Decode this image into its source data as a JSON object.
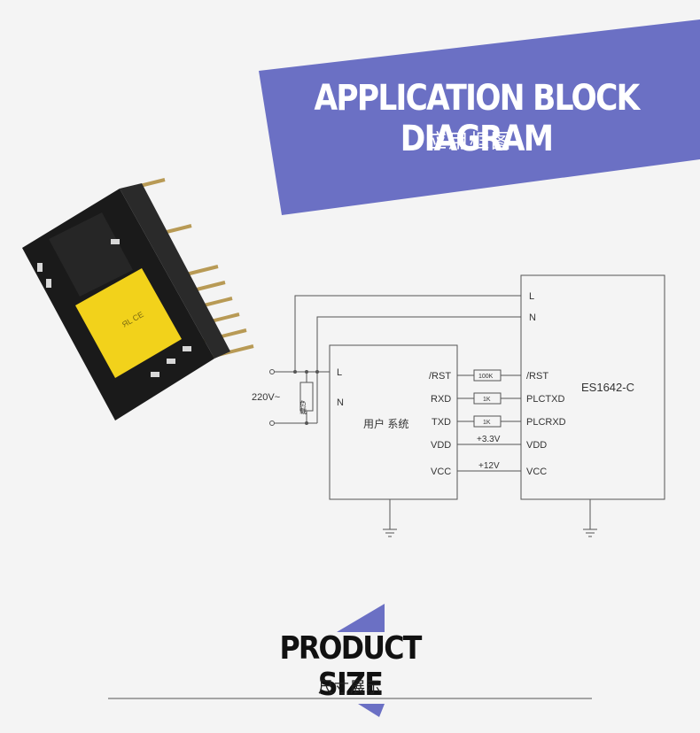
{
  "header": {
    "title": "APPLICATION BLOCK DIAGRAM",
    "subtitle": "应用框图"
  },
  "colors": {
    "accent": "#6b70c4",
    "line": "#555555",
    "board": "#1a1a1a",
    "relay": "#f2d21b"
  },
  "diagram": {
    "ac_input": "220V~",
    "load_label": "负载",
    "mains": {
      "live": "L",
      "neutral": "N"
    },
    "user_block": {
      "name": "用户 系统",
      "pin_l": "L",
      "pin_n": "N"
    },
    "chip_block": {
      "name": "ES1642-C",
      "pin_l": "L",
      "pin_n": "N"
    },
    "signals": [
      {
        "user_pin": "/RST",
        "link": "100K",
        "chip_pin": "/RST"
      },
      {
        "user_pin": "RXD",
        "link": "1K",
        "chip_pin": "PLCTXD"
      },
      {
        "user_pin": "TXD",
        "link": "1K",
        "chip_pin": "PLCRXD"
      },
      {
        "user_pin": "VDD",
        "link": "+3.3V",
        "chip_pin": "VDD"
      },
      {
        "user_pin": "VCC",
        "link": "+12V",
        "chip_pin": "VCC"
      }
    ]
  },
  "product_size": {
    "title": "PRODUCT SIZE",
    "subtitle": "尺寸展示"
  }
}
